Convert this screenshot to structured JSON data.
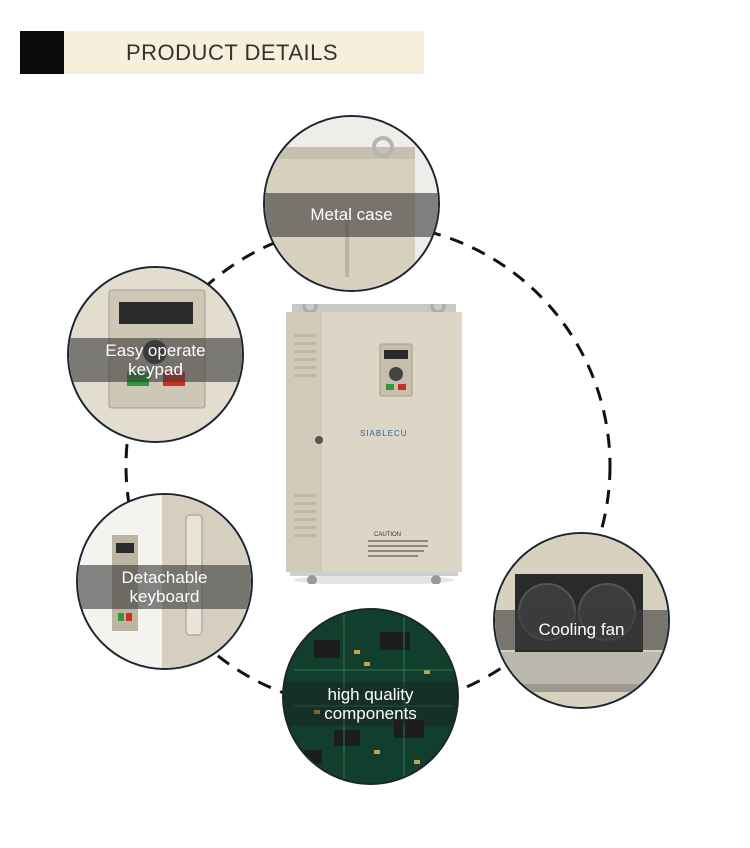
{
  "header": {
    "title": "PRODUCT DETAILS"
  },
  "device": {
    "brand": "SIABLECU",
    "caution_title": "CAUTION"
  },
  "callouts": {
    "metal_case": "Metal case",
    "keypad_1": "Easy operate",
    "keypad_2": "keypad",
    "keyboard_1": "Detachable",
    "keyboard_2": "keyboard",
    "fan": "Cooling fan",
    "components_1": "high quality",
    "components_2": "components"
  }
}
